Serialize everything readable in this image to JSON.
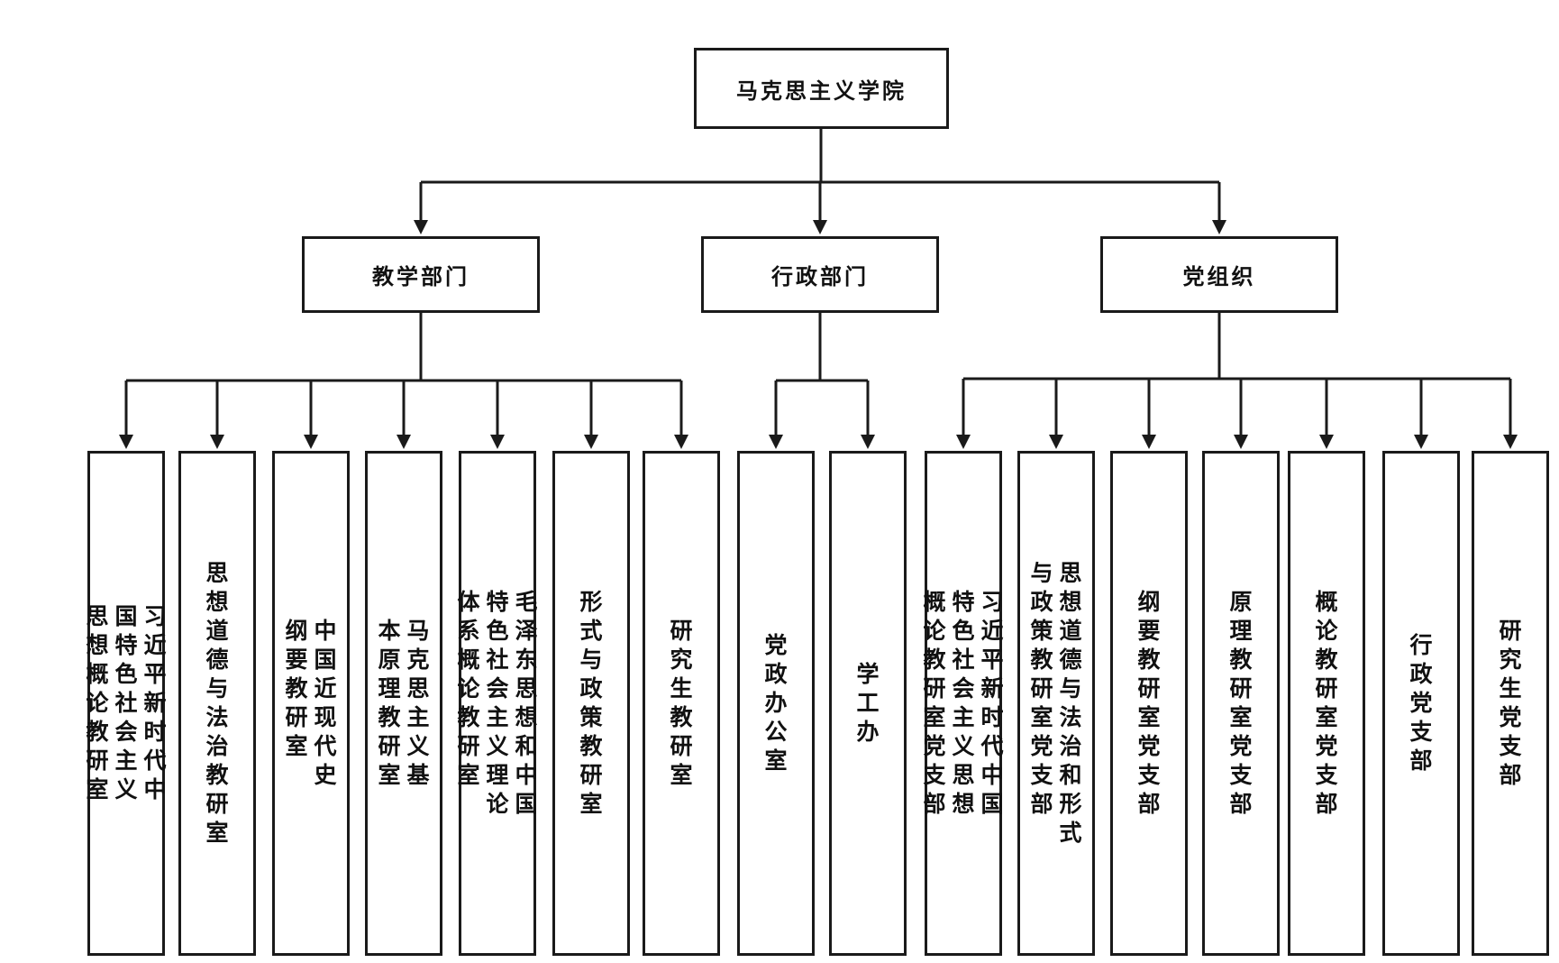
{
  "root": "马克思主义学院",
  "departments": [
    {
      "title": "教学部门",
      "children": [
        "习近平新时代中国特色社会主义思想概论教研室",
        "思想道德与法治教研室",
        "中国近现代史纲要教研室",
        "马克思主义基本原理教研室",
        "毛泽东思想和中国特色社会主义理论体系概论教研室",
        "形式与政策教研室",
        "研究生教研室"
      ]
    },
    {
      "title": "行政部门",
      "children": [
        "党政办公室",
        "学工办"
      ]
    },
    {
      "title": "党组织",
      "children": [
        "习近平新时代中国特色社会主义思想概论教研室党支部",
        "思想道德与法治和形式与政策教研室党支部",
        "纲要教研室党支部",
        "原理教研室党支部",
        "概论教研室党支部",
        "行政党支部",
        "研究生党支部"
      ]
    }
  ],
  "colors": {
    "line": "#1a1a1a",
    "box_border": "#1a1a1a",
    "background": "#ffffff"
  }
}
